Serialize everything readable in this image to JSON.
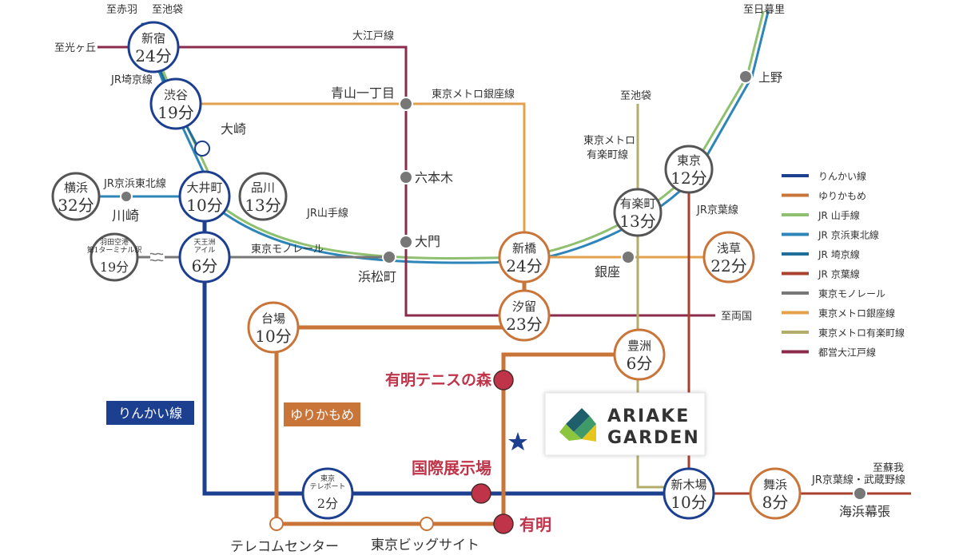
{
  "colors": {
    "rinkai": "#1d3f8f",
    "yurikamome": "#c9753a",
    "yamanote": "#8fc06f",
    "keihin_tohoku": "#2e86b8",
    "saikyo": "#1f6f9a",
    "keiyo": "#a8412d",
    "monorail": "#777777",
    "ginza": "#e2a14a",
    "yurakucho": "#b3ad6c",
    "oedo": "#8a2b4c",
    "accent_red": "#c0344a"
  },
  "legend": [
    {
      "label": "りんかい線",
      "color": "#1d3f8f"
    },
    {
      "label": "ゆりかもめ",
      "color": "#c9753a"
    },
    {
      "label": "JR 山手線",
      "color": "#8fc06f"
    },
    {
      "label": "JR 京浜東北線",
      "color": "#2e86b8"
    },
    {
      "label": "JR 埼京線",
      "color": "#1f6f9a"
    },
    {
      "label": "JR 京葉線",
      "color": "#a8412d"
    },
    {
      "label": "東京モノレール",
      "color": "#777777"
    },
    {
      "label": "東京メトロ銀座線",
      "color": "#e2a14a"
    },
    {
      "label": "東京メトロ有楽町線",
      "color": "#b3ad6c"
    },
    {
      "label": "都営大江戸線",
      "color": "#8a2b4c"
    }
  ],
  "stations_major": [
    {
      "id": "shinjuku",
      "name": "新宿",
      "time": "24分"
    },
    {
      "id": "shibuya",
      "name": "渋谷",
      "time": "19分"
    },
    {
      "id": "oimachi",
      "name": "大井町",
      "time": "10分"
    },
    {
      "id": "shinagawa",
      "name": "品川",
      "time": "13分"
    },
    {
      "id": "yokohama",
      "name": "横浜",
      "time": "32分"
    },
    {
      "id": "tennozu",
      "name": "天王洲\nアイル",
      "time": "6分"
    },
    {
      "id": "haneda",
      "name": "羽田空港\n第1ターミナル駅",
      "time": "19分"
    },
    {
      "id": "shimbashi",
      "name": "新橋",
      "time": "24分"
    },
    {
      "id": "shiodome",
      "name": "汐留",
      "time": "23分"
    },
    {
      "id": "yurakucho",
      "name": "有楽町",
      "time": "13分"
    },
    {
      "id": "tokyo",
      "name": "東京",
      "time": "12分"
    },
    {
      "id": "asakusa",
      "name": "浅草",
      "time": "22分"
    },
    {
      "id": "odaiba",
      "name": "台場",
      "time": "10分"
    },
    {
      "id": "toyosu",
      "name": "豊洲",
      "time": "6分"
    },
    {
      "id": "teleport",
      "name": "東京\nテレポート",
      "time": "2分"
    },
    {
      "id": "shinkiba",
      "name": "新木場",
      "time": "10分"
    },
    {
      "id": "maihama",
      "name": "舞浜",
      "time": "8分"
    }
  ],
  "stations_minor": {
    "osaki": "大崎",
    "kawasaki": "川崎",
    "hamamatsucho": "浜松町",
    "aoyama": "青山一丁目",
    "roppongi": "六本木",
    "daimon": "大門",
    "ginza": "銀座",
    "ueno": "上野",
    "kaihin_makuhari": "海浜幕張",
    "telecom": "テレコムセンター",
    "bigsight": "東京ビッグサイト"
  },
  "stations_highlight": {
    "tennis": "有明テニスの森",
    "kokusai": "国際展示場",
    "ariake": "有明"
  },
  "line_labels": {
    "oedo": "大江戸線",
    "ginza": "東京メトロ銀座線",
    "yurakucho_1": "東京メトロ",
    "yurakucho_2": "有楽町線",
    "saikyo": "JR埼京線",
    "keihin": "JR京浜東北線",
    "yamanote": "JR山手線",
    "monorail": "東京モノレール",
    "keiyo": "JR京葉線",
    "rinkai": "りんかい線",
    "yurikamome": "ゆりかもめ"
  },
  "directions": {
    "akabane": "至赤羽",
    "ikebukuro_1": "至池袋",
    "hikarigaoka": "至光ヶ丘",
    "nippori": "至日暮里",
    "ikebukuro_2": "至池袋",
    "ryogoku": "至両国",
    "soga": "至蘇我",
    "keiyo_musashino": "JR京葉線・武蔵野線"
  },
  "brand": {
    "line1": "ARIAKE",
    "line2": "GARDEN"
  }
}
